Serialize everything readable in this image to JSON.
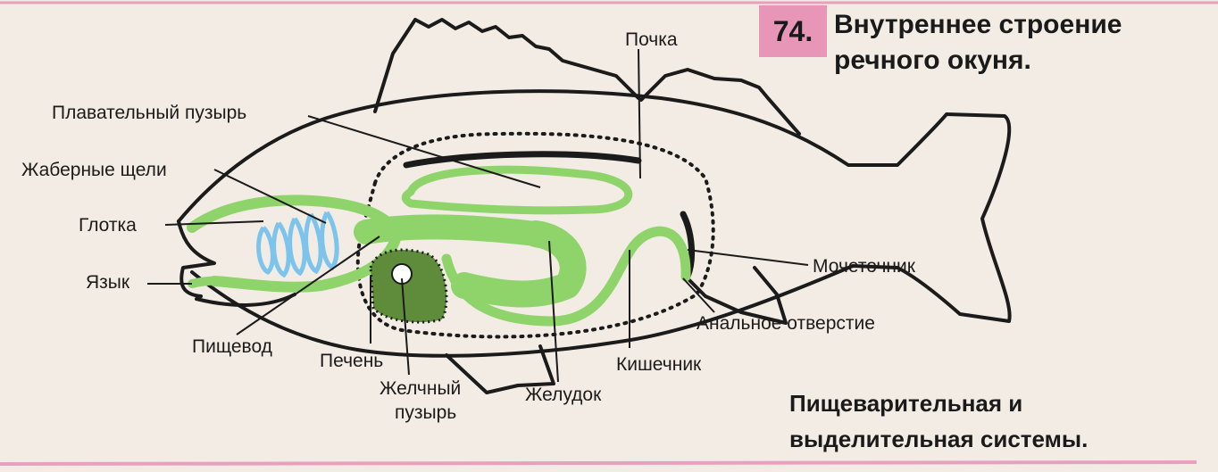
{
  "figure": {
    "number": "74.",
    "title_line1": "Внутреннее строение",
    "title_line2": "речного окуня.",
    "subtitle_line1": "Пищеварительная и",
    "subtitle_line2": "выделительная системы."
  },
  "labels": {
    "kidney": "Почка",
    "swim_bladder": "Плавательный пузырь",
    "gill_slits": "Жаберные щели",
    "pharynx": "Глотка",
    "tongue": "Язык",
    "esophagus": "Пищевод",
    "liver": "Печень",
    "gall_bladder_1": "Желчный",
    "gall_bladder_2": "пузырь",
    "stomach": "Желудок",
    "intestine": "Кишечник",
    "anus": "Анальное отверстие",
    "ureter": "Мочеточник"
  },
  "colors": {
    "organs": "#8fd46a",
    "gills": "#7cc4ec",
    "accent": "#e796b8"
  }
}
